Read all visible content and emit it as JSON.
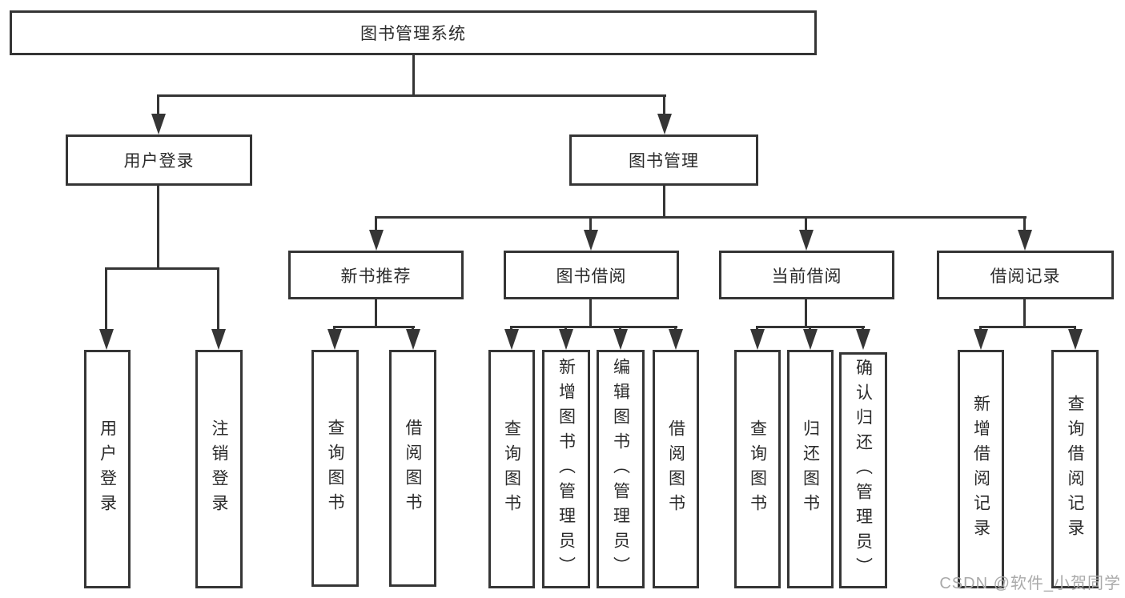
{
  "diagram": {
    "title": "图书管理系统",
    "nodes": {
      "root": "图书管理系统",
      "user_login": "用户登录",
      "book_mgmt": "图书管理",
      "new_book_rec": "新书推荐",
      "book_borrow": "图书借阅",
      "current_borrow": "当前借阅",
      "borrow_record": "借阅记录",
      "leaf_user_login": "用户登录",
      "leaf_logout": "注销登录",
      "leaf_rec_query": "查询图书",
      "leaf_rec_borrow": "借阅图书",
      "leaf_bb_query": "查询图书",
      "leaf_bb_add": "新增图书（管理员）",
      "leaf_bb_edit": "编辑图书（管理员）",
      "leaf_bb_borrow": "借阅图书",
      "leaf_cb_query": "查询图书",
      "leaf_cb_return": "归还图书",
      "leaf_cb_confirm": "确认归还（管理员）",
      "leaf_br_add": "新增借阅记录",
      "leaf_br_query": "查询借阅记录"
    },
    "colors": {
      "line": "#353535",
      "text": "#2b2b2b",
      "background": "#ffffff",
      "watermark": "#aaaaaa"
    },
    "watermark": "CSDN @软件_小贺同学"
  }
}
